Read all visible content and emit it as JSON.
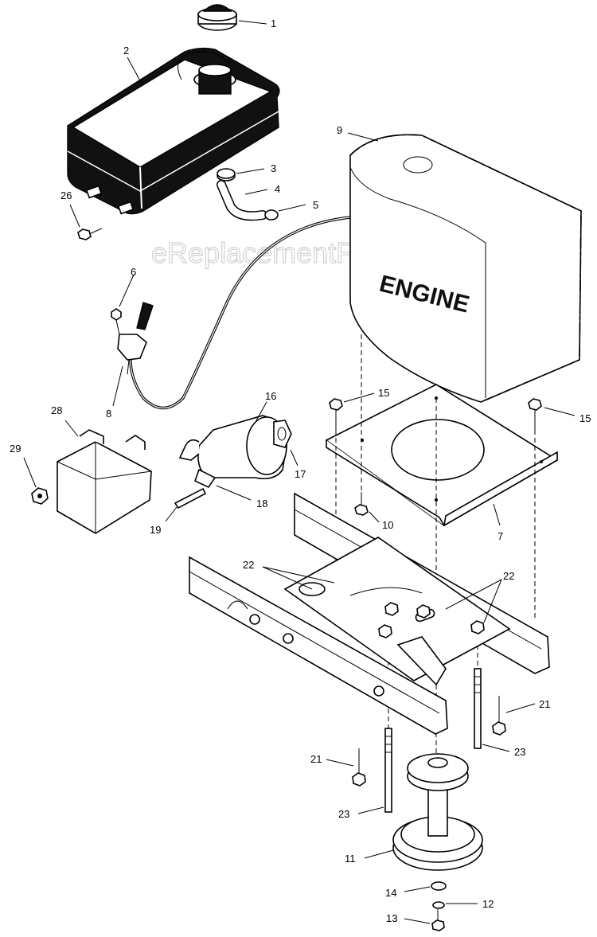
{
  "watermark": "eReplacementParts.com",
  "engine_label": "ENGINE",
  "callouts": {
    "p1": "1",
    "p2": "2",
    "p3": "3",
    "p4": "4",
    "p5": "5",
    "p6": "6",
    "p7": "7",
    "p8": "8",
    "p9": "9",
    "p10": "10",
    "p11": "11",
    "p12": "12",
    "p13": "13",
    "p14": "14",
    "p15a": "15",
    "p15b": "15",
    "p16": "16",
    "p17": "17",
    "p18": "18",
    "p19": "19",
    "p21a": "21",
    "p21b": "21",
    "p22a": "22",
    "p22b": "22",
    "p23a": "23",
    "p23b": "23",
    "p26": "26",
    "p28": "28",
    "p29": "29"
  }
}
